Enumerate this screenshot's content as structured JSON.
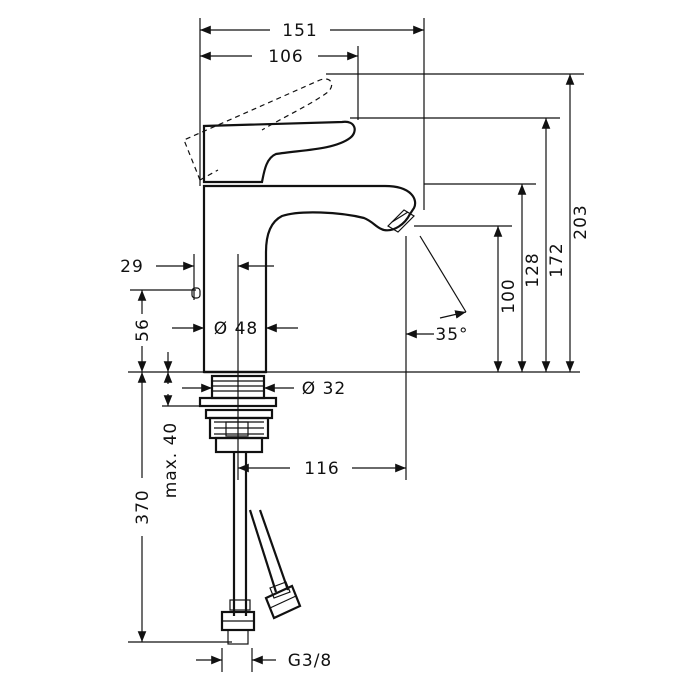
{
  "dimensions": {
    "width_total": "151",
    "width_handle": "106",
    "height_203": "203",
    "height_172": "172",
    "height_128": "128",
    "height_100": "100",
    "offset_29": "29",
    "height_56": "56",
    "diameter_48": "Ø 48",
    "diameter_32": "Ø 32",
    "angle": "35°",
    "max_40": "max. 40",
    "reach_116": "116",
    "depth_370": "370",
    "thread": "G3/8"
  },
  "colors": {
    "ink": "#111111",
    "background": "#ffffff"
  }
}
